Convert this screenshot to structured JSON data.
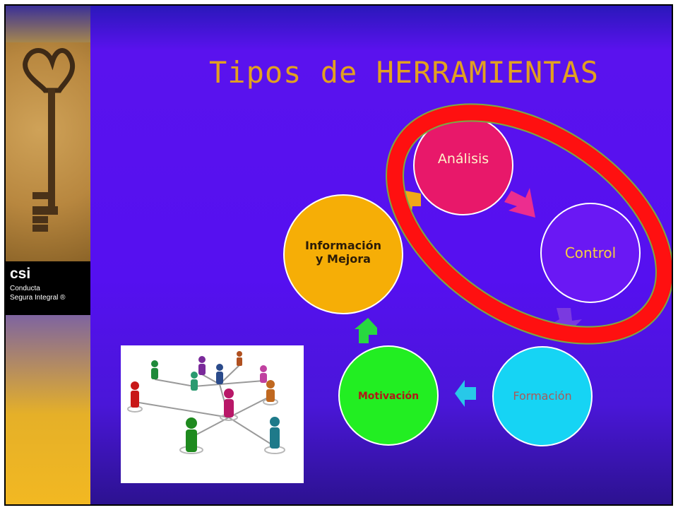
{
  "title": "Tipos de HERRAMIENTAS",
  "logo": {
    "mark": "csi",
    "line1": "Conducta",
    "line2": "Segura Integral ®"
  },
  "cycle": {
    "nodes": [
      {
        "label": "Análisis",
        "color": "#e8186a"
      },
      {
        "label": "Control",
        "color": "#6a18f4"
      },
      {
        "label": "Formación",
        "color": "#16d4f4"
      },
      {
        "label": "Motivación",
        "color": "#22ee22"
      },
      {
        "label": "Información y Mejora",
        "color": "#f6ae06"
      }
    ],
    "highlight_color": "#ff1010"
  },
  "icons": [
    "key-icon",
    "network-people-icon"
  ]
}
